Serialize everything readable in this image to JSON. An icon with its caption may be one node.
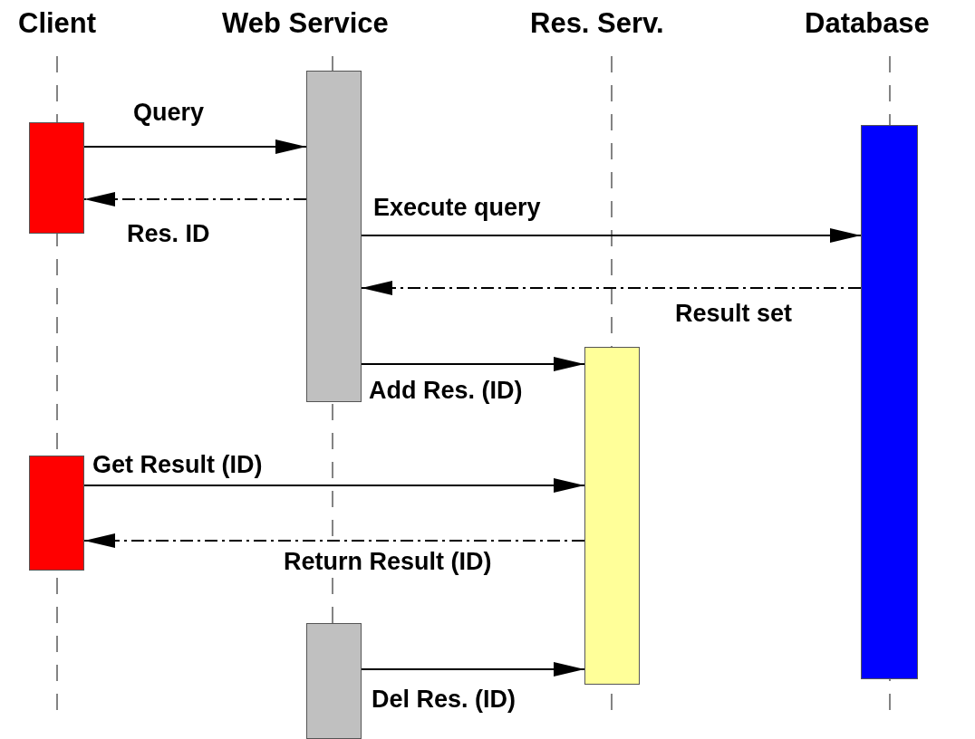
{
  "diagram": {
    "nodes": [
      {
        "text": [],
        "shape": "bar"
      },
      {
        "text": [],
        "shape": "bar"
      },
      {
        "text": [],
        "shape": "bar"
      },
      {
        "text": [],
        "shape": "bar"
      },
      {
        "text": [],
        "shape": "bar"
      },
      {
        "text": [],
        "shape": "bar"
      }
    ],
    "edges": [
      {
        "from": 0,
        "to": 2,
        "arrow": "to",
        "label": "Query"
      },
      {
        "from": 2,
        "to": 0,
        "arrow": "to",
        "label": "Res. ID",
        "style": "dashed"
      },
      {
        "from": 2,
        "to": 5,
        "arrow": "to",
        "label": "Execute query"
      },
      {
        "from": 5,
        "to": 2,
        "arrow": "to",
        "label": "Result set",
        "style": "dashed"
      },
      {
        "from": 2,
        "to": 4,
        "arrow": "to",
        "label": "Add Res. (ID)"
      },
      {
        "from": 1,
        "to": 4,
        "arrow": "to",
        "label": "Get Result (ID)"
      },
      {
        "from": 4,
        "to": 1,
        "arrow": "to",
        "label": "Return Result (ID)",
        "style": "dashed"
      },
      {
        "from": 3,
        "to": 4,
        "arrow": "to",
        "label": "Del Res. (ID)"
      }
    ],
    "labels": [
      "Client",
      "Web Service",
      "Res. Serv.",
      "Database"
    ]
  }
}
